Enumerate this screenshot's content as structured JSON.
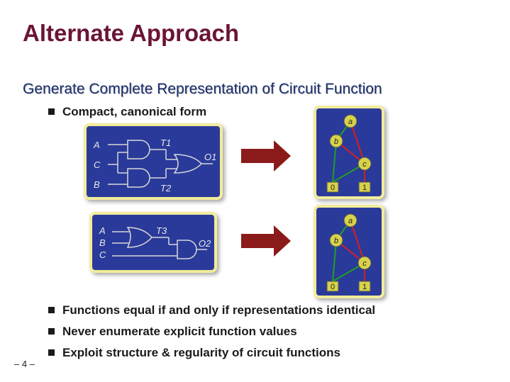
{
  "slide": {
    "title": "Alternate Approach",
    "subtitle": "Generate Complete Representation of Circuit Function",
    "page_number": "– 4 –"
  },
  "bullets_top": [
    {
      "text": "Compact, canonical form"
    }
  ],
  "bullets_bottom": [
    {
      "text": "Functions equal if and only if representations identical"
    },
    {
      "text": "Never enumerate explicit function values"
    },
    {
      "text": "Exploit structure & regularity of circuit functions"
    }
  ],
  "circuit1": {
    "inputs": [
      "A",
      "C",
      "B"
    ],
    "gate_labels": [
      "T1",
      "T2"
    ],
    "output": "O1"
  },
  "circuit2": {
    "inputs": [
      "A",
      "B",
      "C"
    ],
    "gate_label": "T3",
    "output": "O2"
  },
  "bdd1": {
    "nodes": [
      "a",
      "b",
      "c"
    ],
    "terminals": [
      "0",
      "1"
    ]
  },
  "bdd2": {
    "nodes": [
      "a",
      "b",
      "c"
    ],
    "terminals": [
      "0",
      "1"
    ]
  },
  "colors": {
    "title": "#6b1437",
    "subtitle": "#1a2e6e",
    "panel": "#2a3a9a",
    "panel_border": "#f2ec9a",
    "arrow": "#8b1a1a",
    "node": "#d7d24a",
    "edge_true": "#d42020",
    "edge_false": "#20a020"
  }
}
